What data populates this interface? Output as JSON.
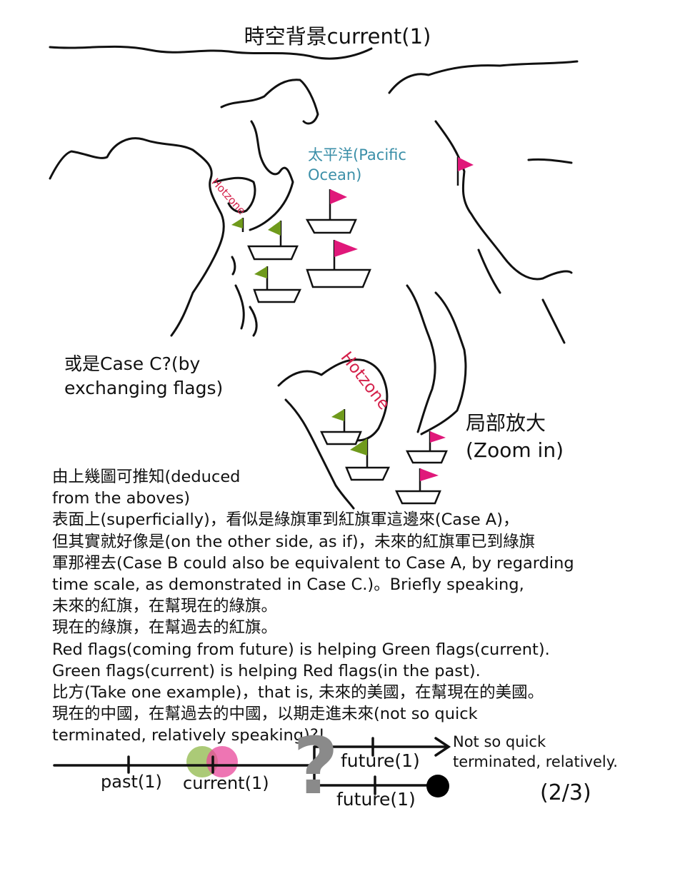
{
  "title": "時空背景current(1)",
  "map": {
    "ocean_label_line1": "太平洋(Pacific",
    "ocean_label_line2": "Ocean)",
    "hotzone_small": "Hotzone",
    "hotzone_big": "Hotzone",
    "case_c_line1": "或是Case C?(by",
    "case_c_line2": "exchanging flags)",
    "zoom_line1": "局部放大",
    "zoom_line2": "(Zoom in)",
    "colors": {
      "red_flag": "#e0187a",
      "green_flag": "#6f9a1c",
      "ocean_text": "#3b8fa8",
      "hotzone_text": "#d4204a"
    }
  },
  "body_lines": [
    "由上幾圖可推知(deduced",
    "from the aboves)",
    "表面上(superficially)，看似是綠旗軍到紅旗軍這邊來(Case A)，",
    "但其實就好像是(on the other side, as if)，未來的紅旗軍已到綠旗",
    "軍那裡去(Case B could also be equivalent to Case A, by regarding",
    "time scale, as demonstrated in Case C.)。Briefly speaking,",
    "未來的紅旗，在幫現在的綠旗。",
    "現在的綠旗，在幫過去的紅旗。",
    "Red flags(coming from future) is helping Green flags(current).",
    "Green flags(current) is helping Red flags(in the past).",
    "比方(Take one example)，that is, 未來的美國，在幫現在的美國。",
    "現在的中國，在幫過去的中國，以期走進未來(not so quick",
    "terminated, relatively speaking)?!"
  ],
  "timeline": {
    "past": "past(1)",
    "current": "current(1)",
    "future_top": "future(1)",
    "future_bottom": "future(1)",
    "question": "?",
    "note_line1": "Not so quick",
    "note_line2": "terminated, relatively."
  },
  "page_number": "(2/3)"
}
